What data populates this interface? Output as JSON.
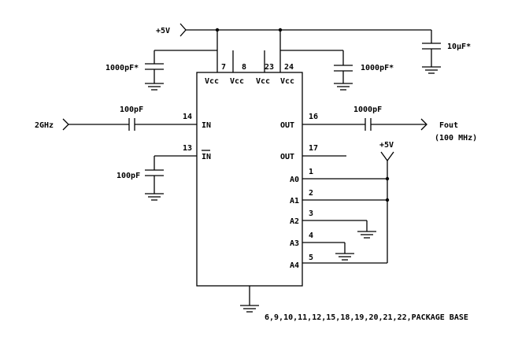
{
  "supply": {
    "rail_label": "+5V",
    "a_pull_label": "+5V"
  },
  "capacitors": {
    "bypass_left": "1000pF*",
    "bypass_right": "1000pF*",
    "bulk": "10µF*",
    "input_coupling": "100pF",
    "input_bypass": "100pF",
    "output_coupling": "1000pF"
  },
  "signals": {
    "input": "2GHz",
    "output": "Fout",
    "output_freq": "(100 MHz)"
  },
  "chip": {
    "vcc_pins": [
      {
        "label": "Vcc",
        "number": "7"
      },
      {
        "label": "Vcc",
        "number": "8"
      },
      {
        "label": "Vcc",
        "number": "23"
      },
      {
        "label": "Vcc",
        "number": "24"
      }
    ],
    "left_pins": [
      {
        "label": "IN",
        "number": "14"
      },
      {
        "label": "IN",
        "number": "13",
        "overbar": true
      }
    ],
    "right_pins": [
      {
        "label": "OUT",
        "number": "16"
      },
      {
        "label": "OUT",
        "number": "17"
      },
      {
        "label": "A0",
        "number": "1"
      },
      {
        "label": "A1",
        "number": "2"
      },
      {
        "label": "A2",
        "number": "3"
      },
      {
        "label": "A3",
        "number": "4"
      },
      {
        "label": "A4",
        "number": "5"
      }
    ]
  },
  "ground_note": "6,9,10,11,12,15,18,19,20,21,22,PACKAGE BASE"
}
